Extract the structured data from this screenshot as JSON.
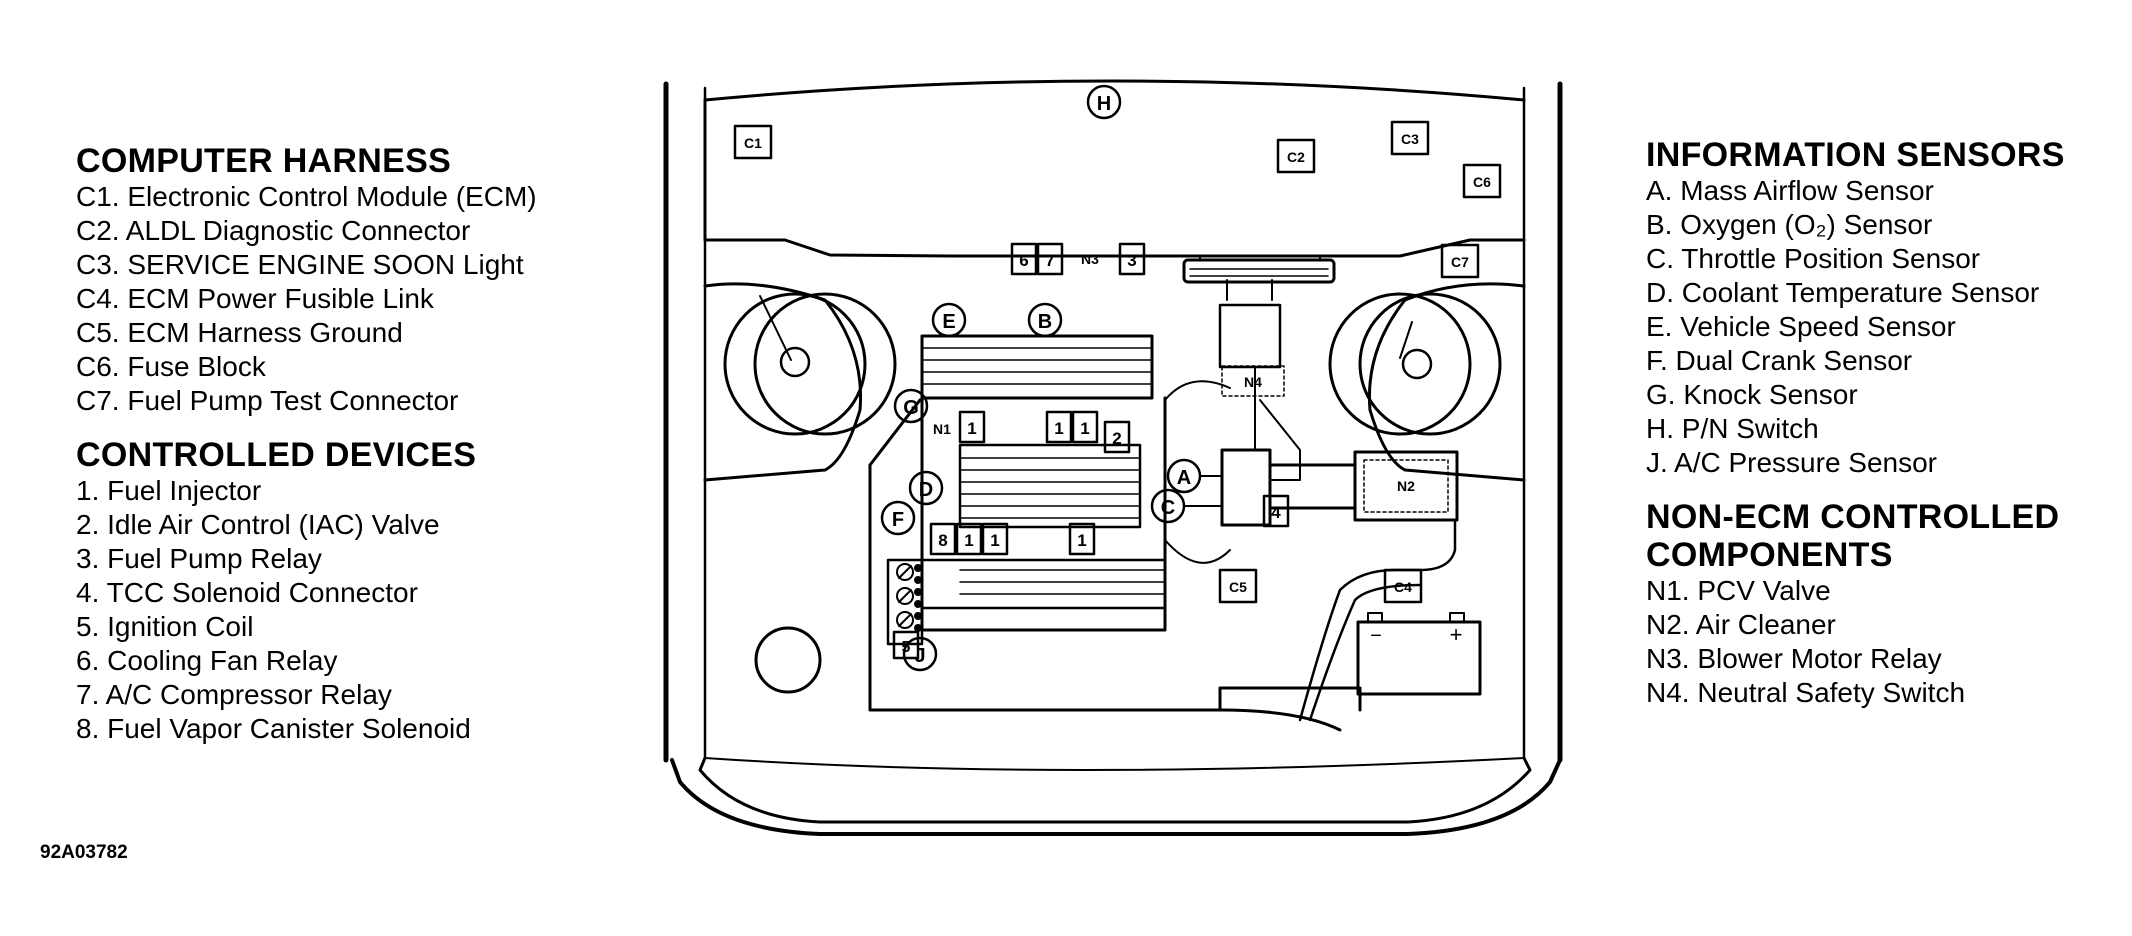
{
  "computer_harness": {
    "heading": "COMPUTER HARNESS",
    "items": [
      "C1. Electronic Control Module (ECM)",
      "C2. ALDL Diagnostic Connector",
      "C3. SERVICE ENGINE SOON Light",
      "C4. ECM Power Fusible Link",
      "C5. ECM Harness Ground",
      "C6. Fuse Block",
      "C7. Fuel Pump Test Connector"
    ]
  },
  "controlled_devices": {
    "heading": "CONTROLLED DEVICES",
    "items": [
      "1. Fuel Injector",
      "2. Idle Air Control (IAC) Valve",
      "3. Fuel Pump Relay",
      "4. TCC Solenoid Connector",
      "5. Ignition Coil",
      "6. Cooling Fan Relay",
      "7. A/C Compressor Relay",
      "8. Fuel Vapor Canister Solenoid"
    ]
  },
  "information_sensors": {
    "heading": "INFORMATION SENSORS",
    "items": [
      "A. Mass Airflow Sensor",
      "B. Oxygen (O₂) Sensor",
      "C. Throttle Position Sensor",
      "D. Coolant Temperature Sensor",
      "E. Vehicle Speed Sensor",
      "F. Dual Crank Sensor",
      "G. Knock Sensor",
      "H. P/N Switch",
      "J. A/C Pressure Sensor"
    ]
  },
  "non_ecm_components": {
    "heading_line1": "NON-ECM CONTROLLED",
    "heading_line2": "COMPONENTS",
    "items": [
      "N1. PCV Valve",
      "N2. Air Cleaner",
      "N3. Blower Motor Relay",
      "N4. Neutral Safety Switch"
    ]
  },
  "figure_code": "92A03782",
  "diagram_labels": {
    "circles": {
      "H": "H",
      "E": "E",
      "B": "B",
      "G": "G",
      "D": "D",
      "F": "F",
      "A": "A",
      "C": "C",
      "J": "J"
    },
    "boxes": {
      "C1": "C1",
      "C2": "C2",
      "C3": "C3",
      "C4": "C4",
      "C5": "C5",
      "C6": "C6",
      "C7": "C7",
      "n6": "6",
      "n7": "7",
      "n3": "3",
      "n2": "2",
      "n4": "4",
      "n5": "5",
      "n8": "8",
      "n1": "1"
    },
    "tags": {
      "N1": "N1",
      "N2": "N2",
      "N3": "N3",
      "N4": "N4"
    },
    "battery_minus": "−",
    "battery_plus": "+"
  }
}
